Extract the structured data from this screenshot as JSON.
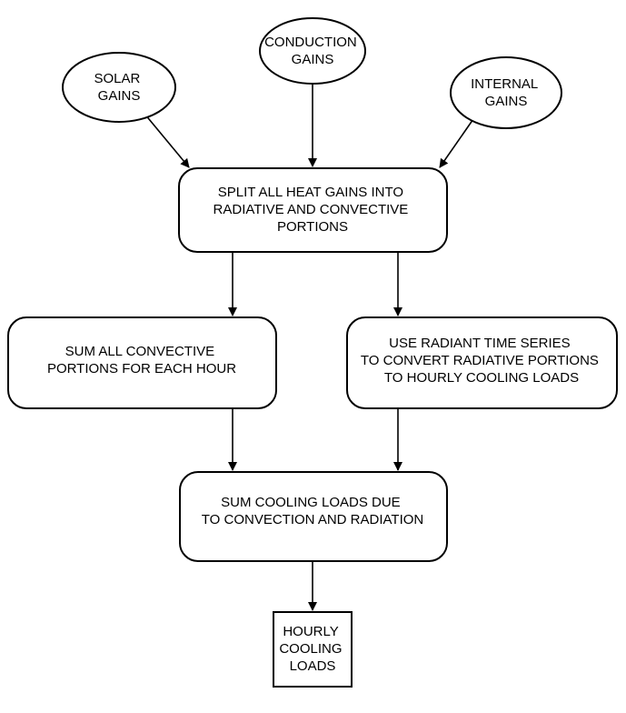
{
  "diagram": {
    "nodes": {
      "solar_gains": {
        "lines": [
          "SOLAR",
          "GAINS"
        ]
      },
      "conduction_gains": {
        "lines": [
          "CONDUCTION",
          "GAINS"
        ]
      },
      "internal_gains": {
        "lines": [
          "INTERNAL",
          "GAINS"
        ]
      },
      "split_heat_gains": {
        "lines": [
          "SPLIT ALL HEAT GAINS INTO",
          "RADIATIVE AND CONVECTIVE",
          "PORTIONS"
        ]
      },
      "sum_convective": {
        "lines": [
          "SUM ALL CONVECTIVE",
          "PORTIONS FOR EACH HOUR"
        ]
      },
      "radiant_time_series": {
        "lines": [
          "USE RADIANT TIME SERIES",
          "TO CONVERT RADIATIVE PORTIONS",
          "TO HOURLY COOLING LOADS"
        ]
      },
      "sum_cooling_loads": {
        "lines": [
          "SUM COOLING LOADS DUE",
          "TO CONVECTION AND RADIATION"
        ]
      },
      "hourly_cooling_loads": {
        "lines": [
          "HOURLY",
          "COOLING",
          "LOADS"
        ]
      }
    }
  }
}
